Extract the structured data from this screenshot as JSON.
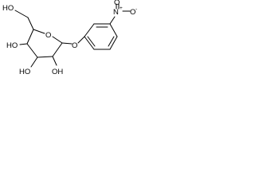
{
  "structure": {
    "atoms": {
      "ho_top": "HO",
      "ring_o": "O",
      "link_o": "O",
      "ho_left": "HO",
      "ho_bottom_left": "HO",
      "oh_bottom_right": "OH",
      "nitro_n": "N",
      "nitro_plus": "+",
      "nitro_o_right": "O",
      "nitro_minus": "-",
      "nitro_o_top": "O"
    }
  }
}
